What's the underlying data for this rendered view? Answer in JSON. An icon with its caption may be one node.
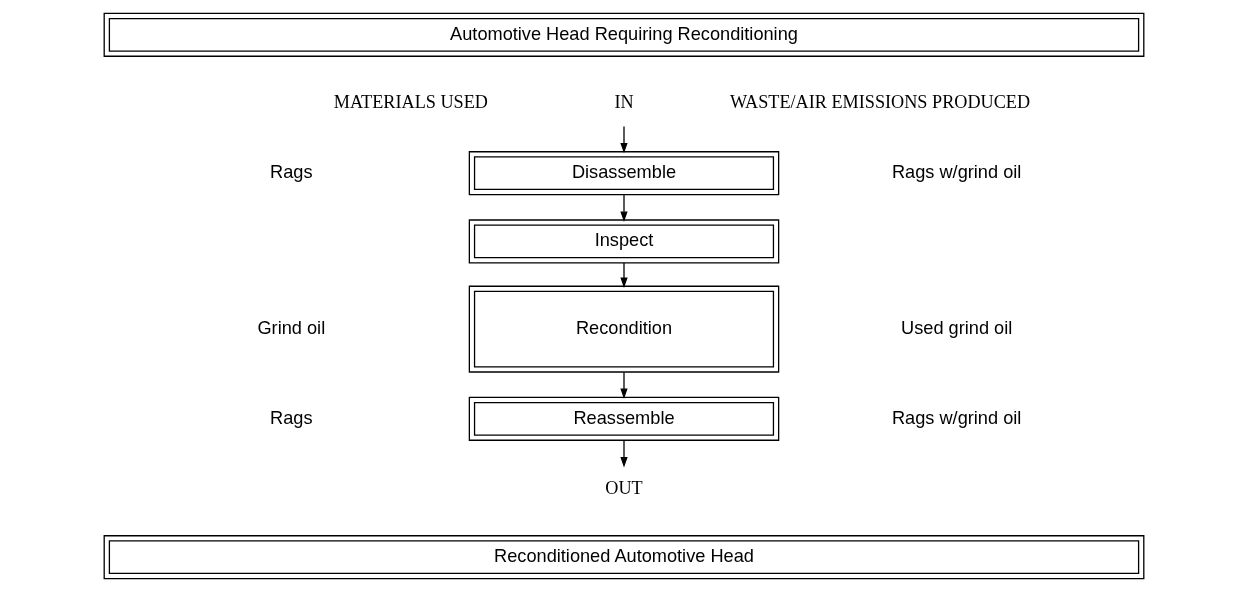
{
  "diagram": {
    "nodes": [
      {
        "text": [
          "Automotive Head Requiring Reconditioning"
        ]
      },
      {
        "text": [
          "IN"
        ]
      },
      {
        "text": [
          "Disassemble"
        ]
      },
      {
        "text": [
          "Inspect"
        ]
      },
      {
        "text": [
          "Recondition"
        ]
      },
      {
        "text": [
          "Reassemble"
        ]
      },
      {
        "text": [
          "OUT"
        ]
      },
      {
        "text": [
          "Reconditioned Automotive Head"
        ]
      }
    ],
    "edges": [
      {
        "from": 1,
        "to": 2,
        "arrow": "to"
      },
      {
        "from": 2,
        "to": 3,
        "arrow": "to"
      },
      {
        "from": 3,
        "to": 4,
        "arrow": "to"
      },
      {
        "from": 4,
        "to": 5,
        "arrow": "to"
      },
      {
        "from": 5,
        "to": 6,
        "arrow": "to"
      }
    ],
    "labels": [
      "MATERIALS USED",
      "WASTE/AIR EMISSIONS PRODUCED",
      "Rags",
      "Rags w/grind oil",
      "Grind oil",
      "Rags",
      "Used grind oil",
      "Rags w/grind oil"
    ]
  }
}
